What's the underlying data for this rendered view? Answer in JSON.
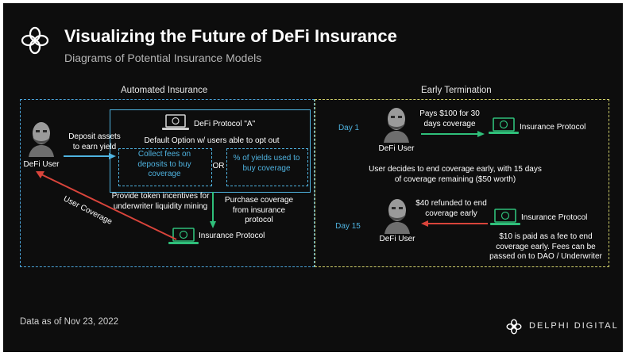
{
  "header": {
    "title": "Visualizing the Future of DeFi Insurance",
    "subtitle": "Diagrams of Potential Insurance Models"
  },
  "automated": {
    "heading": "Automated Insurance",
    "defi_user": "DeFi User",
    "deposit": "Deposit assets to earn yield",
    "protocol_a": "DeFi Protocol \"A\"",
    "default_option": "Default Option w/ users able to opt out",
    "collect_fees": "Collect fees on deposits to buy coverage",
    "or": "OR",
    "pct_yields": "% of yields used to buy coverage",
    "token_incentives": "Provide token incentives for underwriter liquidity mining",
    "purchase_coverage": "Purchase coverage from insurance protocol",
    "insurance_protocol": "Insurance Protocol",
    "user_coverage": "User Coverage"
  },
  "early": {
    "heading": "Early Termination",
    "day1": "Day 1",
    "pays": "Pays $100 for 30 days coverage",
    "defi_user_1": "DeFi User",
    "insurance_protocol_1": "Insurance Protocol",
    "decides": "User decides to end coverage early, with 15 days of coverage remaining ($50 worth)",
    "day15": "Day 15",
    "refund": "$40 refunded to end coverage early",
    "defi_user_2": "DeFi User",
    "insurance_protocol_2": "Insurance Protocol",
    "fee": "$10 is paid as a fee to end coverage early. Fees can be passed on to DAO / Underwriter"
  },
  "footer": {
    "date": "Data as of Nov 23, 2022",
    "brand": "DELPHI DIGITAL"
  },
  "colors": {
    "background": "#0d0d0d",
    "cyan": "#4fb3e0",
    "green": "#2fbf7a",
    "red": "#d9443b",
    "yellow_dash": "#cfcf6a"
  },
  "icons": [
    "delphi-logo-icon",
    "laptop-icon",
    "avatar-icon",
    "arrow-icon"
  ]
}
